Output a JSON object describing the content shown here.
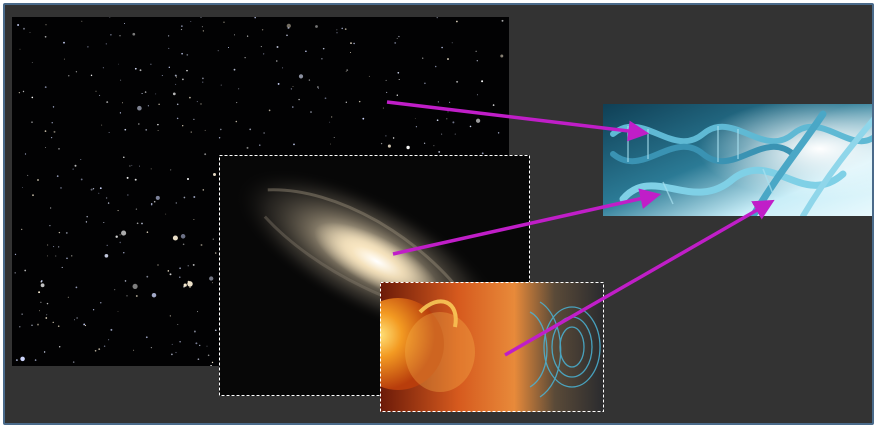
{
  "scene": {
    "description_icons": [
      "star-field-image",
      "spiral-galaxy-image",
      "solar-flare-image",
      "dna-helix-image"
    ],
    "colors": {
      "background": "#333333",
      "frame_border": "#4a6a8a",
      "arrow": "#c01ec8",
      "selection_border": "#ffffff"
    }
  }
}
